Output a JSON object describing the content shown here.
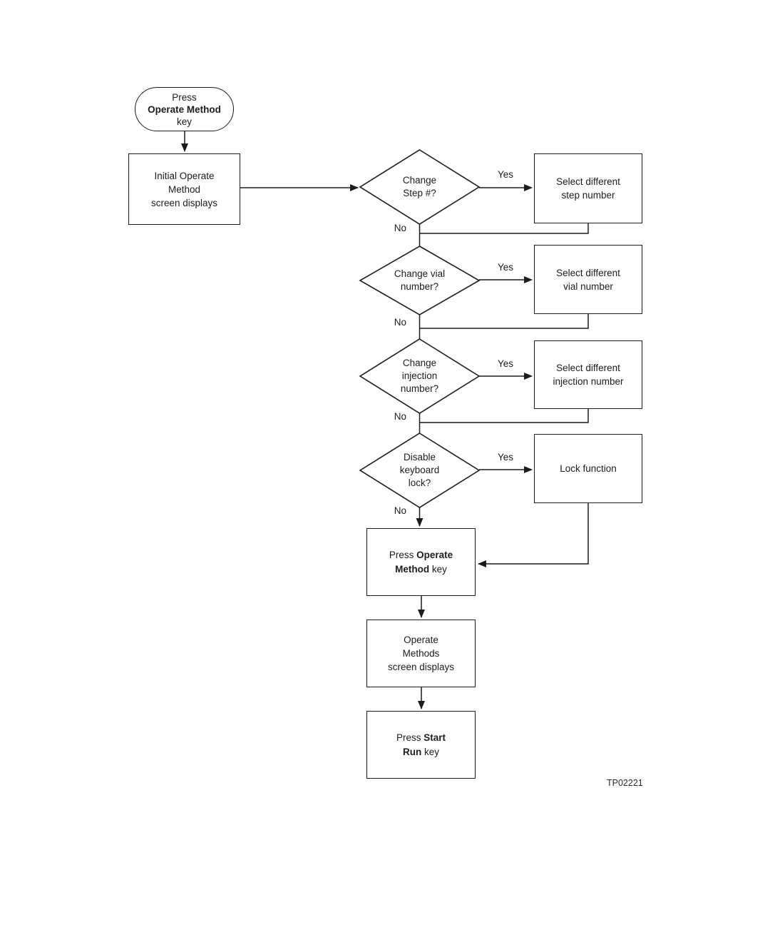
{
  "diagram": {
    "code": "TP02221",
    "yes_label": "Yes",
    "no_label": "No",
    "nodes": {
      "start": {
        "line1": "Press",
        "line2": "Operate Method",
        "line3": "key"
      },
      "initial_screen": {
        "line1": "Initial Operate",
        "line2": "Method",
        "line3": "screen displays"
      },
      "decision_step": {
        "line1": "Change",
        "line2": "Step #?"
      },
      "select_step": {
        "line1": "Select different",
        "line2": "step number"
      },
      "decision_vial": {
        "line1": "Change vial",
        "line2": "number?"
      },
      "select_vial": {
        "line1": "Select different",
        "line2": "vial number"
      },
      "decision_injection": {
        "line1": "Change",
        "line2": "injection",
        "line3": "number?"
      },
      "select_injection": {
        "line1": "Select different",
        "line2": "injection number"
      },
      "decision_lock": {
        "line1": "Disable",
        "line2": "keyboard",
        "line3": "lock?"
      },
      "lock_function": {
        "line1": "Lock function"
      },
      "press_operate": {
        "l1_pre": "Press ",
        "l1_bold": "Operate",
        "l2_bold": "Method",
        "l2_post": " key"
      },
      "operate_screen": {
        "line1": "Operate",
        "line2": "Methods",
        "line3": "screen displays"
      },
      "start_run": {
        "l1_pre": "Press ",
        "l1_bold": "Start",
        "l2_bold": "Run",
        "l2_post": " key"
      }
    }
  }
}
